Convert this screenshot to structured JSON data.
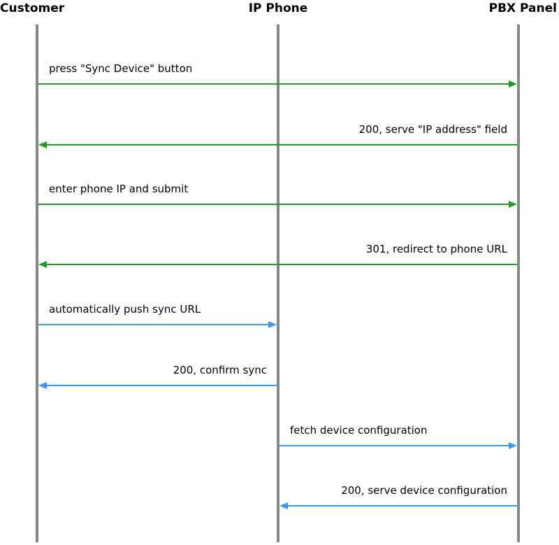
{
  "diagram": {
    "type": "sequence",
    "actors": [
      {
        "id": "customer",
        "label": "Customer"
      },
      {
        "id": "ip_phone",
        "label": "IP Phone"
      },
      {
        "id": "pbx_panel",
        "label": "PBX Panel"
      }
    ],
    "messages": [
      {
        "from": "customer",
        "to": "pbx_panel",
        "color": "green",
        "label": "press \"Sync Device\" button"
      },
      {
        "from": "pbx_panel",
        "to": "customer",
        "color": "green",
        "label": "200, serve \"IP address\" field"
      },
      {
        "from": "customer",
        "to": "pbx_panel",
        "color": "green",
        "label": "enter phone IP and submit"
      },
      {
        "from": "pbx_panel",
        "to": "customer",
        "color": "green",
        "label": "301, redirect to phone URL"
      },
      {
        "from": "customer",
        "to": "ip_phone",
        "color": "blue",
        "label": "automatically push sync URL"
      },
      {
        "from": "ip_phone",
        "to": "customer",
        "color": "blue",
        "label": "200, confirm sync"
      },
      {
        "from": "ip_phone",
        "to": "pbx_panel",
        "color": "blue",
        "label": "fetch device configuration"
      },
      {
        "from": "pbx_panel",
        "to": "ip_phone",
        "color": "blue",
        "label": "200, serve device configuration"
      }
    ],
    "colors": {
      "green": "#1FA01F",
      "blue": "#3399FF",
      "lifeline": "#878787",
      "text": "#000000"
    }
  }
}
